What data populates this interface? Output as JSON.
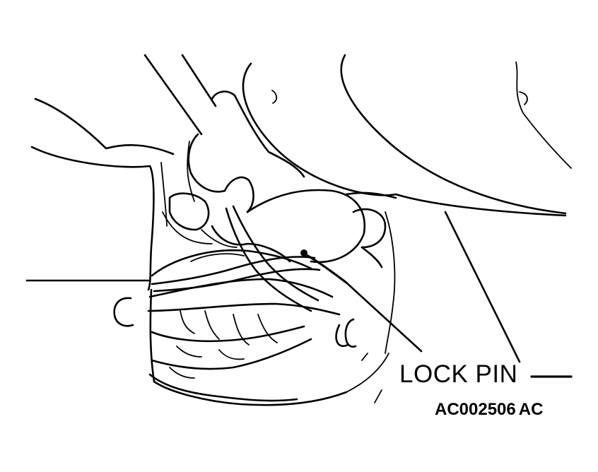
{
  "diagram": {
    "callout": {
      "label": "LOCK PIN"
    },
    "figure_id": {
      "code": "AC002506",
      "suffix": "AC"
    }
  }
}
